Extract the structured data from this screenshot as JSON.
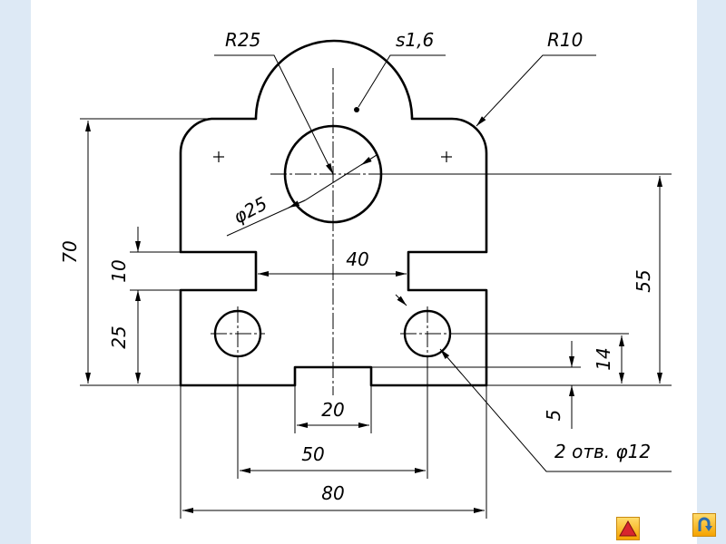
{
  "labels": {
    "r25": "R25",
    "s16": "s1,6",
    "r10": "R10",
    "d25": "φ25",
    "h70": "70",
    "h10": "10",
    "h25": "25",
    "w40": "40",
    "h55": "55",
    "h14": "14",
    "h5": "5",
    "w20": "20",
    "w50": "50",
    "w80": "80",
    "holes": "2 отв. φ12"
  },
  "nav": {
    "prev_icon": "triangle-up-icon",
    "return_icon": "return-arrow-icon"
  },
  "colors": {
    "sheet": "#ffffff",
    "margin": "#dde9f5",
    "button": "#f5a300",
    "icon_red": "#d8262e",
    "icon_blue": "#2b6cb0"
  }
}
